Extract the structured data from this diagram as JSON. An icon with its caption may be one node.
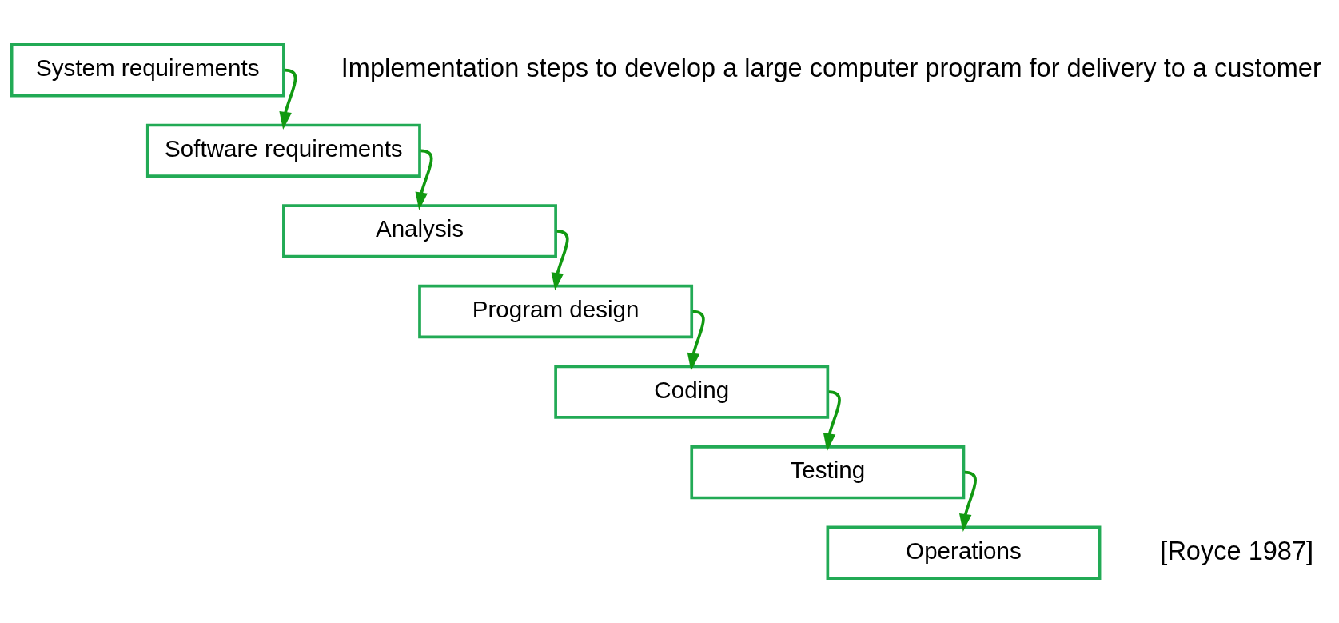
{
  "diagram": {
    "nodes": [
      {
        "text": [
          "System requirements"
        ]
      },
      {
        "text": [
          "Software requirements"
        ]
      },
      {
        "text": [
          "Analysis"
        ]
      },
      {
        "text": [
          "Program design"
        ]
      },
      {
        "text": [
          "Coding"
        ]
      },
      {
        "text": [
          "Testing"
        ]
      },
      {
        "text": [
          "Operations"
        ]
      }
    ],
    "edges": [
      {
        "from": 0,
        "to": 1,
        "arrow": "to"
      },
      {
        "from": 1,
        "to": 2,
        "arrow": "to"
      },
      {
        "from": 2,
        "to": 3,
        "arrow": "to"
      },
      {
        "from": 3,
        "to": 4,
        "arrow": "to"
      },
      {
        "from": 4,
        "to": 5,
        "arrow": "to"
      },
      {
        "from": 5,
        "to": 6,
        "arrow": "to"
      }
    ],
    "labels": [
      "Implementation steps to develop a large computer program for delivery to a customer",
      "[Royce 1987]"
    ]
  }
}
